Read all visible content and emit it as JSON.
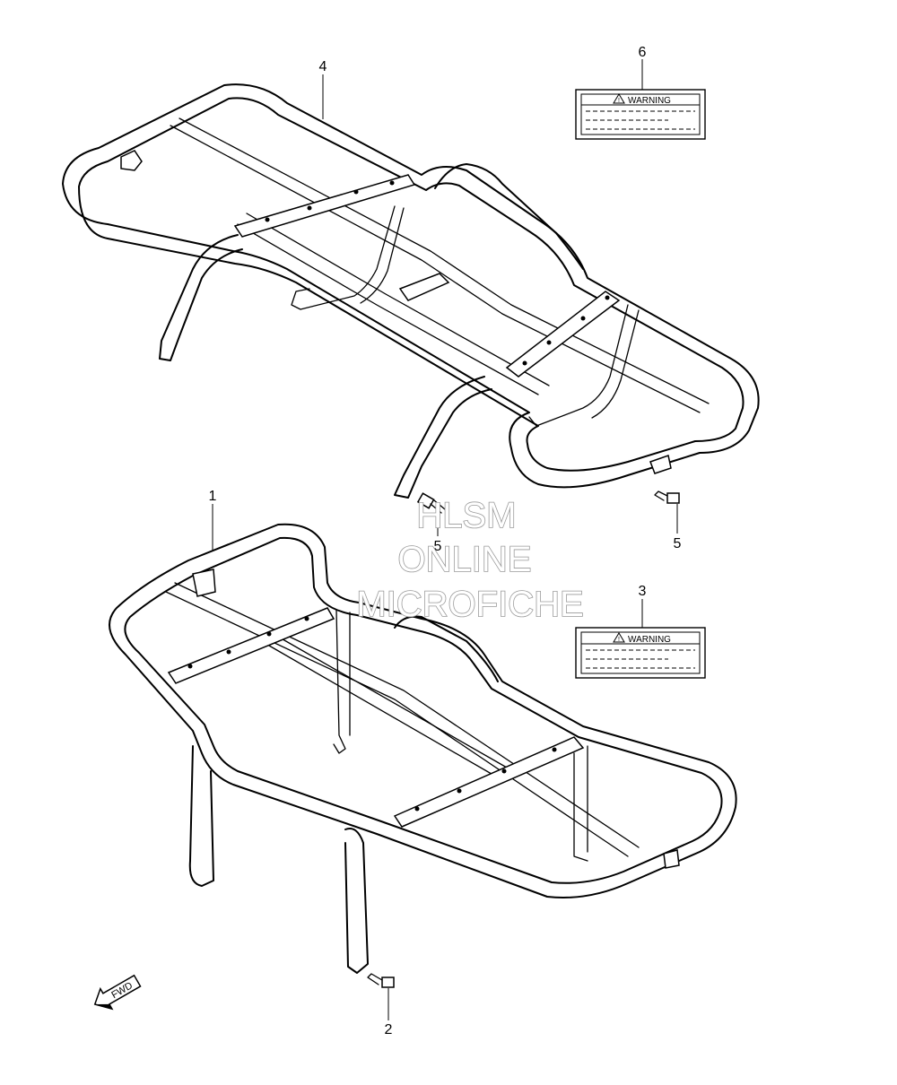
{
  "callouts": {
    "c1": "1",
    "c2": "2",
    "c3": "3",
    "c4": "4",
    "c5a": "5",
    "c5b": "5",
    "c6": "6"
  },
  "warning_labels": {
    "top_title": "WARNING",
    "bottom_title": "WARNING"
  },
  "watermark": {
    "line1": "HLSM",
    "line2": "ONLINE",
    "line3": "MICROFICHE"
  },
  "fwd_arrow": {
    "label": "FWD"
  },
  "icons": [
    "warning-triangle-icon",
    "fwd-arrow-icon"
  ]
}
